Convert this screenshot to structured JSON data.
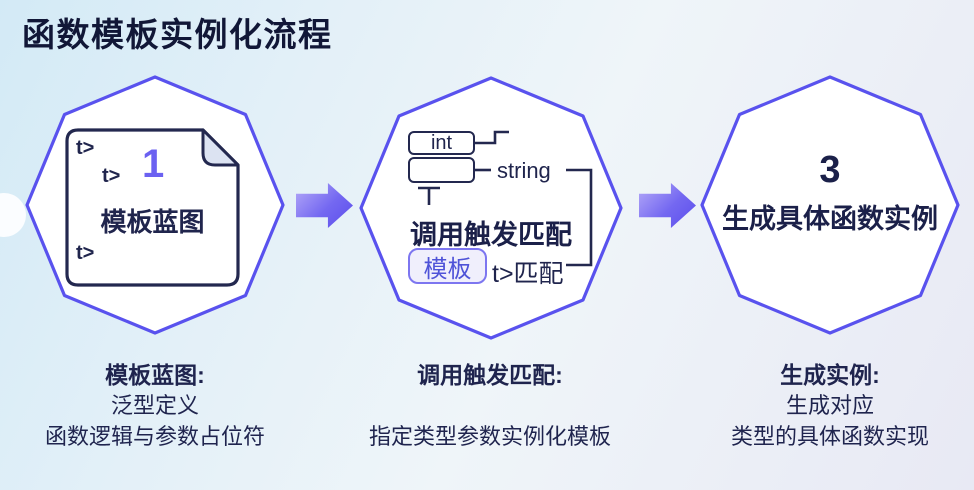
{
  "title": "函数模板实例化流程",
  "colors": {
    "octagon_border": "#5952ee",
    "text_navy": "#1f244e",
    "number_purple": "#6b61f1",
    "chip_purple": "#4f53d8",
    "arrow_gradient_start": "#b6abf8",
    "arrow_gradient_end": "#5b4dec",
    "page_fold": "#dce3f2"
  },
  "steps": [
    {
      "number": "1",
      "doc": {
        "code_top": "t>",
        "code_mid": "t>",
        "code_bottom": "t>",
        "label": "模板蓝图"
      },
      "caption": {
        "heading": "模板蓝图:",
        "lines": [
          "泛型定义",
          "函数逻辑与参数占位符"
        ]
      }
    },
    {
      "heading": "调用触发匹配",
      "int_label": "int",
      "string_label": "string",
      "chip_label": "模板",
      "match_label": "t>匹配",
      "caption": {
        "heading": "调用触发匹配:",
        "lines": [
          "",
          "指定类型参数实例化模板"
        ]
      }
    },
    {
      "number": "3",
      "heading": "生成具体函数实例",
      "caption": {
        "heading": "生成实例:",
        "lines": [
          "生成对应",
          "类型的具体函数实现"
        ]
      }
    }
  ]
}
